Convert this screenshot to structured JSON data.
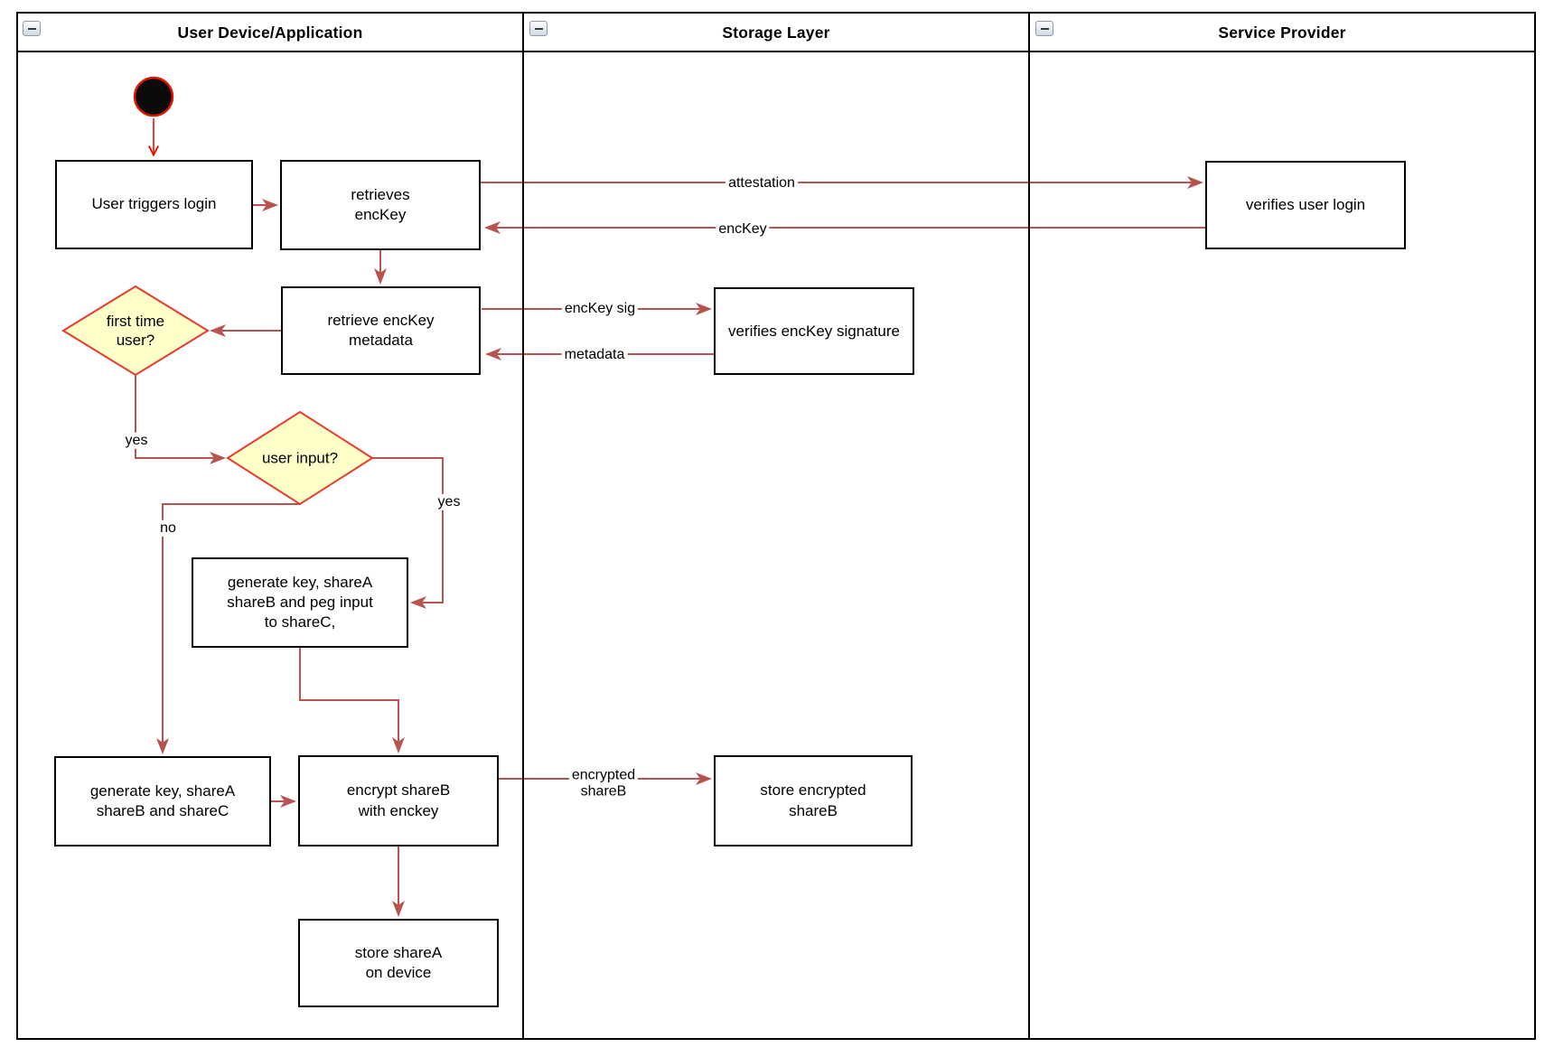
{
  "diagram": {
    "lanes": [
      {
        "title": "User Device/Application"
      },
      {
        "title": "Storage Layer"
      },
      {
        "title": "Service Provider"
      }
    ]
  },
  "nodes": {
    "user_triggers_login": {
      "label": "User triggers login"
    },
    "retrieves_enckey": {
      "label": "retrieves\nencKey"
    },
    "retrieve_enckey_metadata": {
      "label": "retrieve encKey\nmetadata"
    },
    "first_time_user": {
      "label": "first time\nuser?"
    },
    "user_input": {
      "label": "user input?"
    },
    "generate_key_peg": {
      "label": "generate key, shareA\nshareB and peg input\nto shareC,"
    },
    "generate_key_abc": {
      "label": "generate key, shareA\nshareB and shareC"
    },
    "encrypt_shareb": {
      "label": "encrypt shareB\nwith enckey"
    },
    "store_sharea": {
      "label": "store shareA\non device"
    },
    "verifies_enckey_signature": {
      "label": "verifies encKey signature"
    },
    "store_encrypted_shareb": {
      "label": "store encrypted\nshareB"
    },
    "verifies_user_login": {
      "label": "verifies user login"
    }
  },
  "edges": {
    "attestation": "attestation",
    "enckey": "encKey",
    "enckey_sig": "encKey sig",
    "metadata": "metadata",
    "yes_first_time": "yes",
    "yes_user_input": "yes",
    "no_user_input": "no",
    "encrypted_shareb": "encrypted\nshareB"
  },
  "colors": {
    "connector": "#b85450",
    "start_accent": "#e51400",
    "start_fill": "#0b0b0b",
    "diamond_fill": "#ffffc9",
    "diamond_border": "#e8392e",
    "shape_border": "#000000",
    "shape_fill": "#ffffff",
    "lane_border": "#000000"
  }
}
